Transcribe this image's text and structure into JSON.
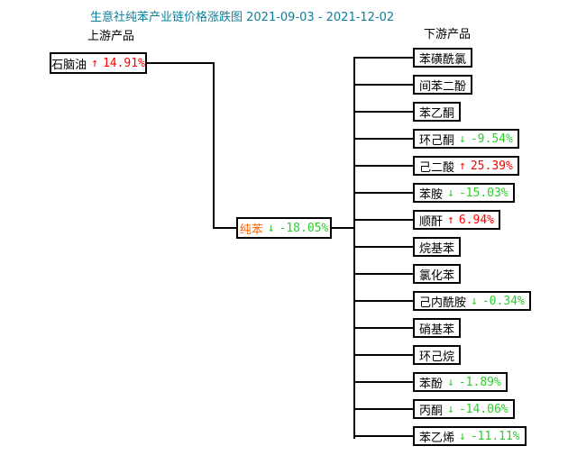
{
  "title": "生意社纯苯产业链价格涨跌图 2021-09-03 - 2021-12-02",
  "labels": {
    "upstream": "上游产品",
    "downstream": "下游产品"
  },
  "arrows": {
    "up": "↑",
    "down": "↓"
  },
  "colors": {
    "title": "#0e7f9b",
    "up": "#ff0000",
    "down": "#2fcc2f",
    "core_name": "#ff6600",
    "line": "#000000"
  },
  "upstream_node": {
    "name": "石脑油",
    "direction": "up",
    "change": "14.91%"
  },
  "core_node": {
    "name": "纯苯",
    "direction": "down",
    "change": "-18.05%"
  },
  "downstream_nodes": [
    {
      "name": "苯磺酰氯",
      "direction": "",
      "change": ""
    },
    {
      "name": "间苯二酚",
      "direction": "",
      "change": ""
    },
    {
      "name": "苯乙酮",
      "direction": "",
      "change": ""
    },
    {
      "name": "环己酮",
      "direction": "down",
      "change": "-9.54%"
    },
    {
      "name": "己二酸",
      "direction": "up",
      "change": "25.39%"
    },
    {
      "name": "苯胺",
      "direction": "down",
      "change": "-15.03%"
    },
    {
      "name": "顺酐",
      "direction": "up",
      "change": "6.94%"
    },
    {
      "name": "烷基苯",
      "direction": "",
      "change": ""
    },
    {
      "name": "氯化苯",
      "direction": "",
      "change": ""
    },
    {
      "name": "己内酰胺",
      "direction": "down",
      "change": "-0.34%"
    },
    {
      "name": "硝基苯",
      "direction": "",
      "change": ""
    },
    {
      "name": "环己烷",
      "direction": "",
      "change": ""
    },
    {
      "name": "苯酚",
      "direction": "down",
      "change": "-1.89%"
    },
    {
      "name": "丙酮",
      "direction": "down",
      "change": "-14.06%"
    },
    {
      "name": "苯乙烯",
      "direction": "down",
      "change": "-11.11%"
    }
  ]
}
